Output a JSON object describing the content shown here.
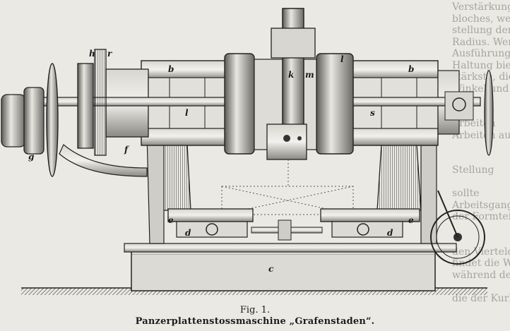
{
  "figure": {
    "number": "Fig. 1.",
    "title": "Panzerplattenstossmaschine „Grafenstaden“.",
    "labels": {
      "b_left": "b",
      "b_right": "b",
      "h": "h",
      "l_top": "l",
      "k": "k",
      "m": "m",
      "l_mid": "l",
      "s": "s",
      "g": "g",
      "f": "f",
      "e_left": "e",
      "d_left": "d",
      "c": "c",
      "d_right": "d",
      "e_right": "e",
      "r": "r"
    }
  },
  "background_text": {
    "left": [
      "",
      "",
      "",
      "",
      "",
      "",
      "",
      "",
      "",
      "",
      "",
      "",
      "",
      "",
      "",
      "",
      "",
      "",
      "",
      "",
      "",
      "",
      "",
      "",
      "",
      ""
    ],
    "right": [
      "Verstärkung der Kreu",
      "bloches, welche die Tra-",
      "stellung der Klammernleis",
      "Radius. Wenn wir jed",
      "Ausführung der Kurz",
      "Haltung bietet dafür",
      "stärkste, die zur An",
      "Winkel und nach erfol",
      "",
      "",
      "Arbeiten",
      "Arbeiten auf die",
      "",
      "",
      "Stellung",
      "",
      "sollte",
      "Arbeitsgang sowie die",
      "der Formteile kön",
      "",
      "",
      "den Vierteldrehungs",
      "findet die Wirksamkeit",
      "während derselben findet",
      "",
      "die der Kurbeldrehung"
    ]
  }
}
